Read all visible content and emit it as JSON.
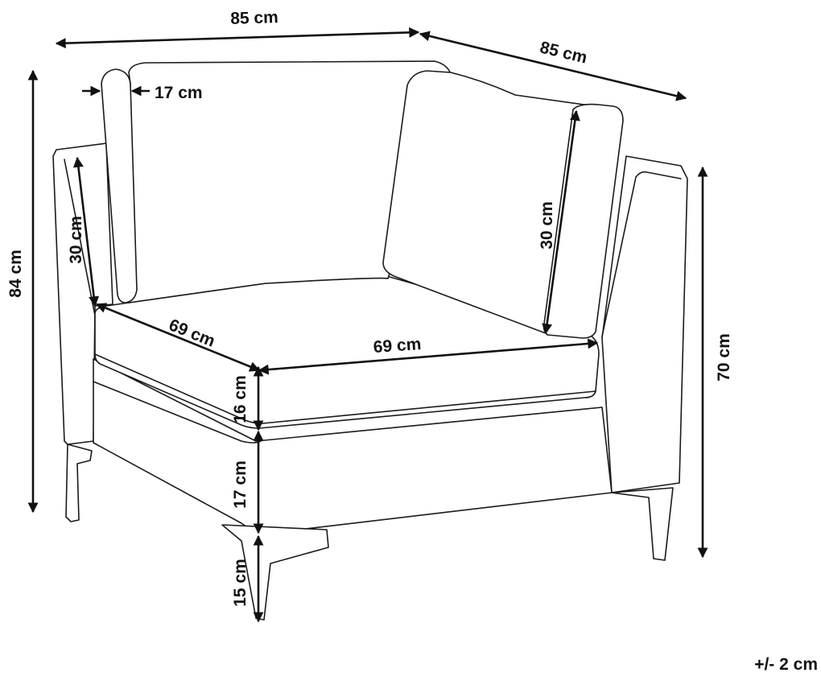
{
  "dimensions": {
    "top_width": "85 cm",
    "top_depth": "85 cm",
    "armrest_width": "17 cm",
    "total_height": "84 cm",
    "back_cushion_left_height": "30 cm",
    "back_cushion_right_height": "30 cm",
    "seat_depth_left": "69 cm",
    "seat_width_right": "69 cm",
    "seat_cushion_height": "16 cm",
    "base_height": "17 cm",
    "leg_height": "15 cm",
    "arm_height": "70 cm"
  },
  "tolerance": "+/- 2 cm"
}
